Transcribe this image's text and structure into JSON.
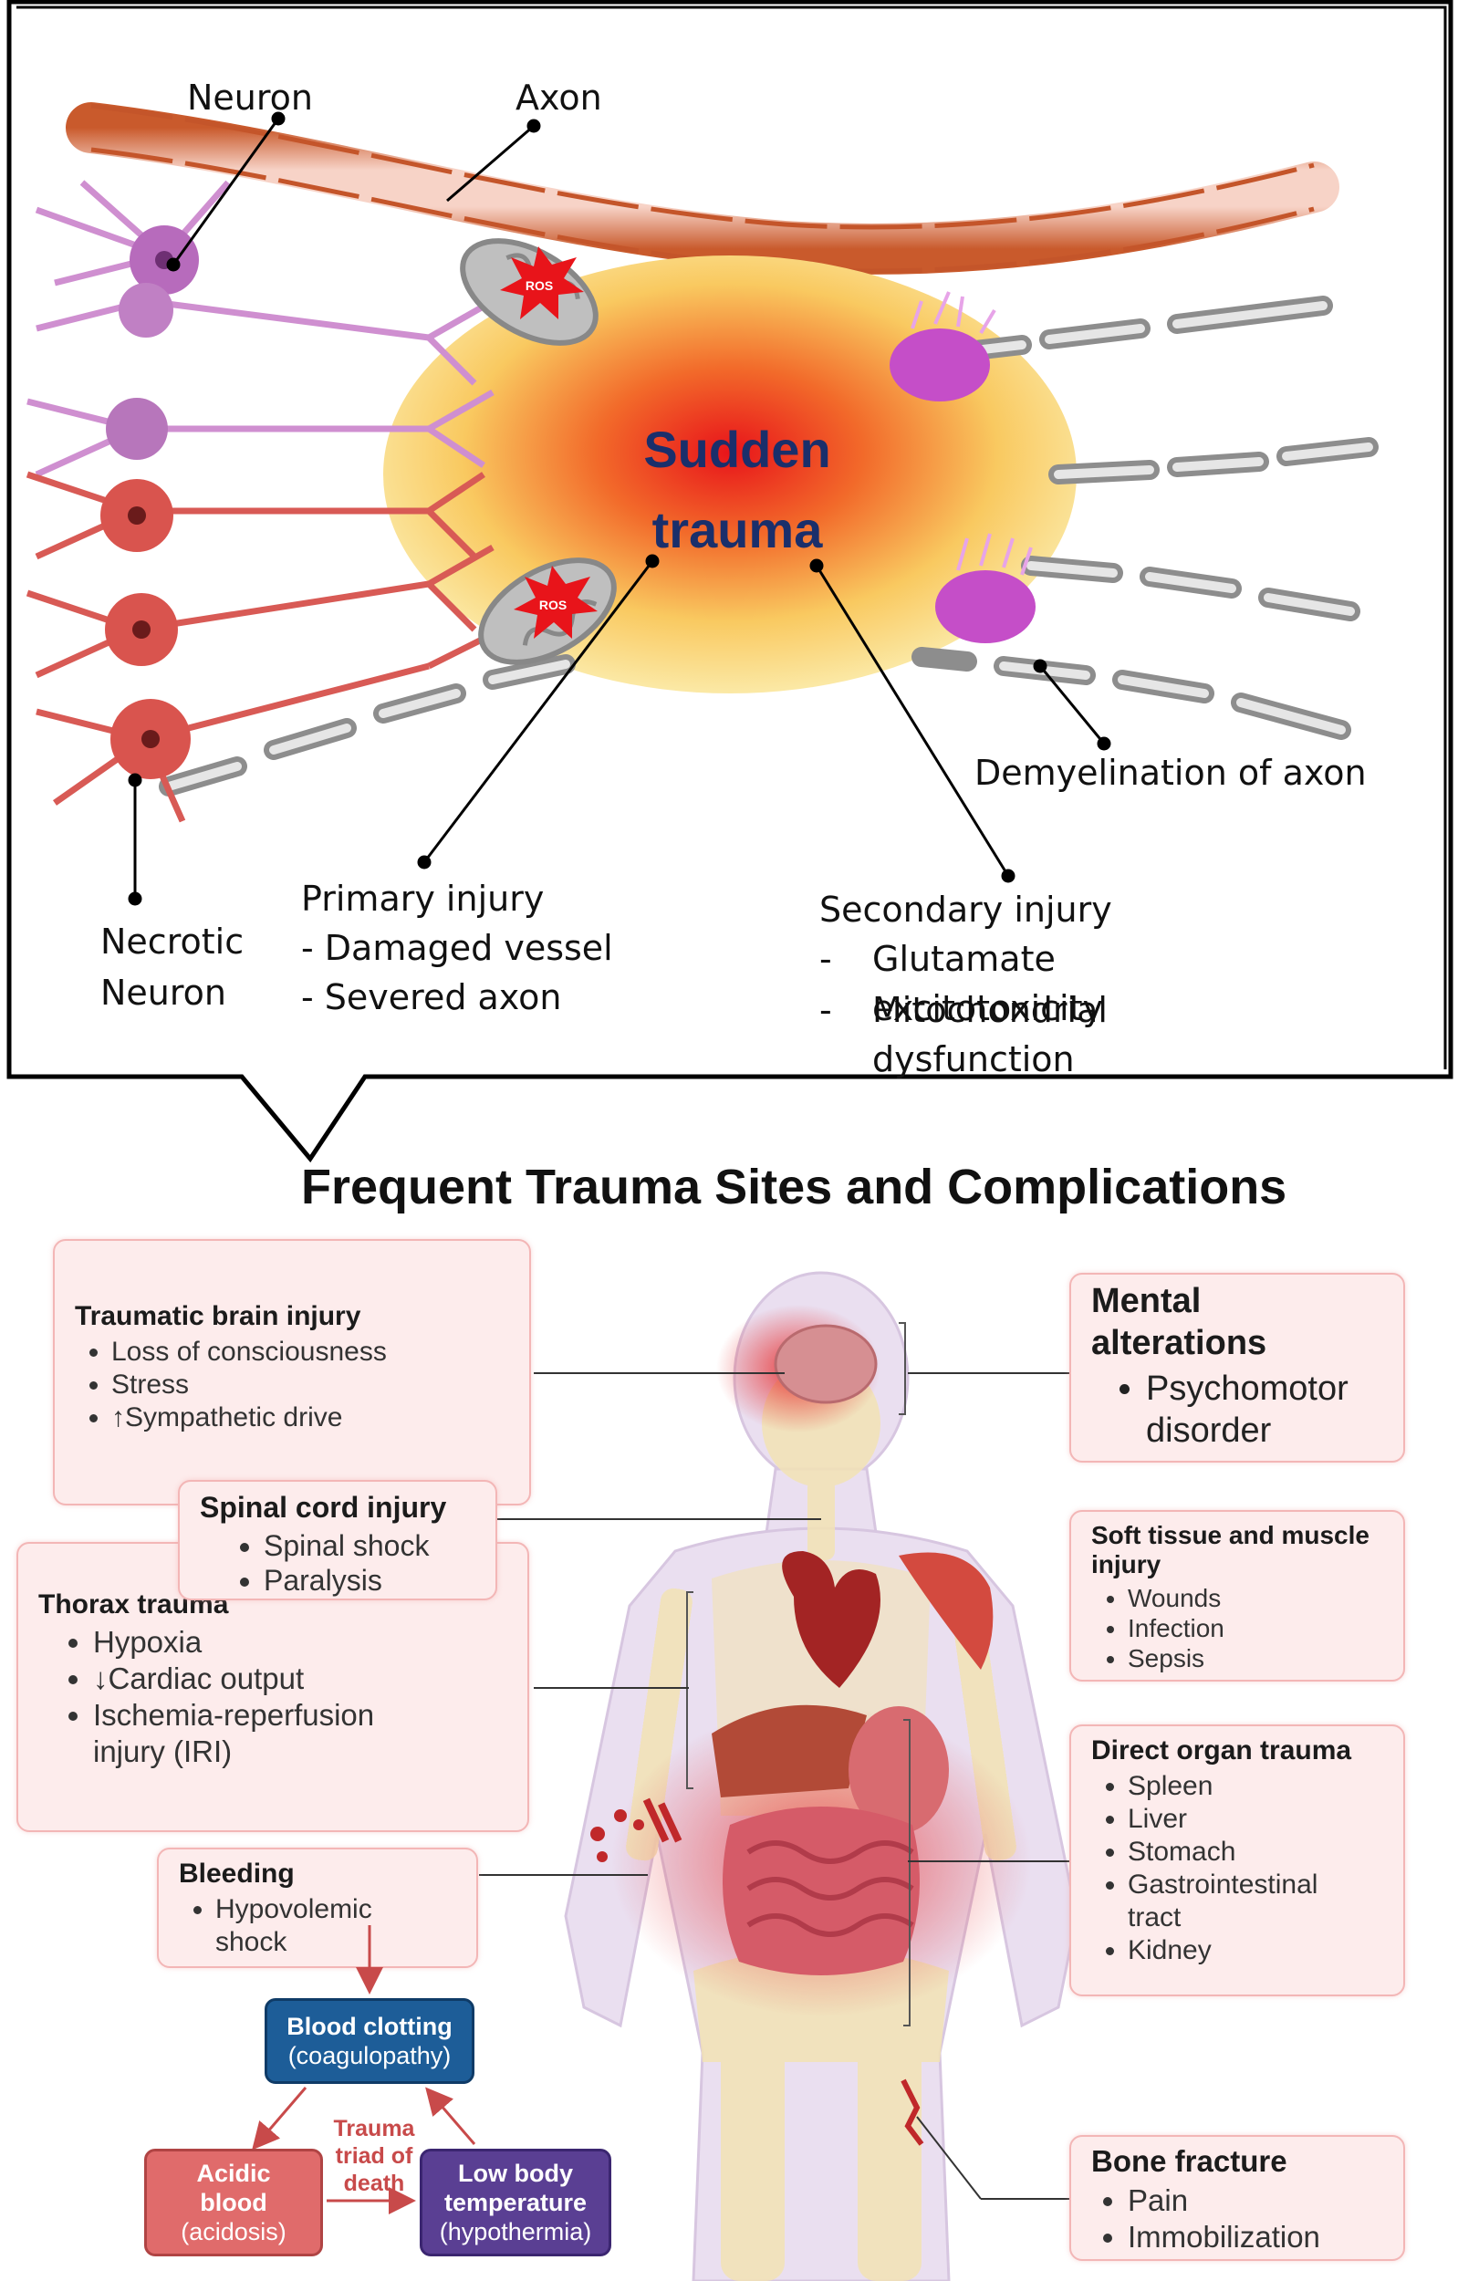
{
  "top_panel": {
    "center_title_line1": "Sudden",
    "center_title_line2": "trauma",
    "ros_label": "ROS",
    "neuron_label": "Neuron",
    "axon_label": "Axon",
    "necrotic_line1": "Necrotic",
    "necrotic_line2": "Neuron",
    "demyelination_label": "Demyelination of axon",
    "primary": {
      "title": "Primary injury",
      "items": [
        "- Damaged vessel",
        "- Severed axon"
      ]
    },
    "secondary": {
      "title": "Secondary injury",
      "items": [
        "Glutamate excitotoxicity",
        "Mitochondrial dysfunction"
      ]
    }
  },
  "main_title": "Frequent Trauma Sites and Complications",
  "boxes": {
    "brain": {
      "title": "Traumatic brain injury",
      "items": [
        "Loss of consciousness",
        "Stress",
        "↑Sympathetic drive"
      ]
    },
    "spinal": {
      "title": "Spinal cord injury",
      "items": [
        "Spinal shock",
        "Paralysis"
      ]
    },
    "thorax": {
      "title": "Thorax trauma",
      "items": [
        "Hypoxia",
        "↓Cardiac output",
        "Ischemia-reperfusion injury (IRI)"
      ]
    },
    "bleeding": {
      "title": "Bleeding",
      "items": [
        "Hypovolemic shock"
      ]
    },
    "mental": {
      "title": "Mental alterations",
      "items": [
        "Psychomotor disorder"
      ]
    },
    "soft_tissue": {
      "title": "Soft tissue and muscle injury",
      "items": [
        "Wounds",
        "Infection",
        "Sepsis"
      ]
    },
    "organ": {
      "title": "Direct organ trauma",
      "items": [
        "Spleen",
        "Liver",
        "Stomach",
        "Gastrointestinal tract",
        "Kidney"
      ]
    },
    "fracture": {
      "title": "Bone fracture",
      "items": [
        "Pain",
        "Immobilization"
      ]
    }
  },
  "triad": {
    "clotting_title": "Blood clotting",
    "clotting_sub": "(coagulopathy)",
    "acidic_title_1": "Acidic",
    "acidic_title_2": "blood",
    "acidic_sub": "(acidosis)",
    "cold_title_1": "Low body",
    "cold_title_2": "temperature",
    "cold_sub": "(hypothermia)",
    "center_line1": "Trauma",
    "center_line2": "triad of",
    "center_line3": "death"
  },
  "colors": {
    "title_navy": "#1a2f6b",
    "box_fill": "#fdecec",
    "box_border": "#f3b6b6",
    "clotting_blue": "#1d5d98",
    "acidic_red": "#e06b6b",
    "cold_purple": "#5a3f93",
    "triad_text": "#c84a4a"
  }
}
